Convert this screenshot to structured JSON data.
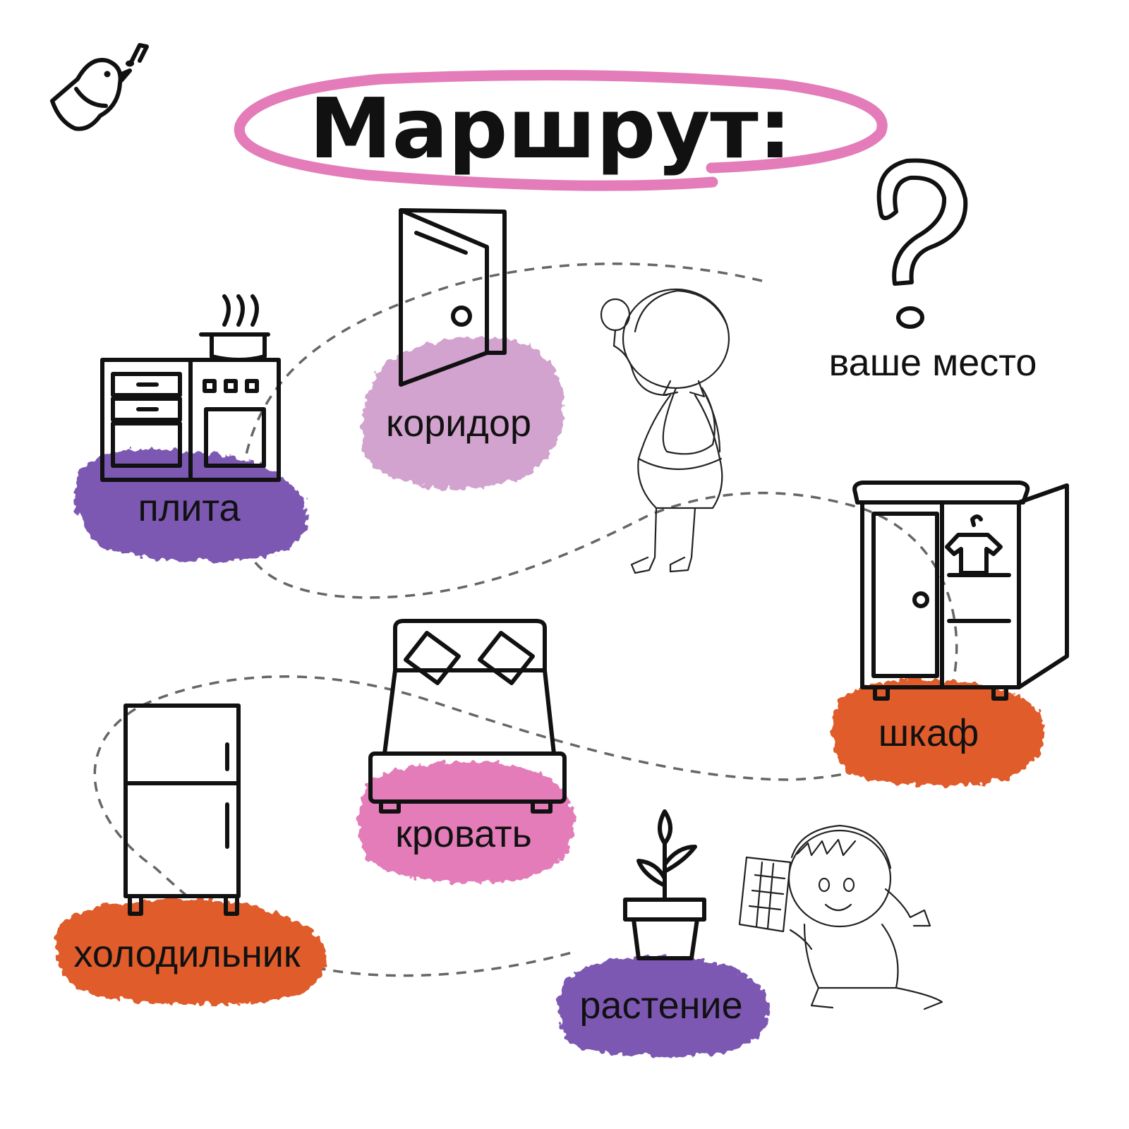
{
  "title": "Маршрут:",
  "colors": {
    "accent_pink": "#e37cb9",
    "purple": "#7d58b3",
    "lilac": "#d2a3cf",
    "orange": "#e05c2a",
    "pink": "#e47bb9",
    "ink": "#111111",
    "route": "#666666"
  },
  "logo": {
    "icon": "bird-music-note-icon"
  },
  "question": {
    "icon": "question-mark-icon",
    "label": "ваше место"
  },
  "stations": [
    {
      "id": "stove",
      "icon": "stove-icon",
      "label": "плита",
      "color": "#7d58b3"
    },
    {
      "id": "corridor",
      "icon": "door-icon",
      "label": "коридор",
      "color": "#d2a3cf"
    },
    {
      "id": "wardrobe",
      "icon": "wardrobe-icon",
      "label": "шкаф",
      "color": "#e05c2a"
    },
    {
      "id": "bed",
      "icon": "bed-icon",
      "label": "кровать",
      "color": "#e47bb9"
    },
    {
      "id": "fridge",
      "icon": "fridge-icon",
      "label": "холодильник",
      "color": "#e05c2a"
    },
    {
      "id": "plant",
      "icon": "plant-icon",
      "label": "растение",
      "color": "#7d58b3"
    }
  ],
  "figures": [
    {
      "icon": "girl-with-magnifier-icon"
    },
    {
      "icon": "girl-with-map-icon"
    }
  ]
}
